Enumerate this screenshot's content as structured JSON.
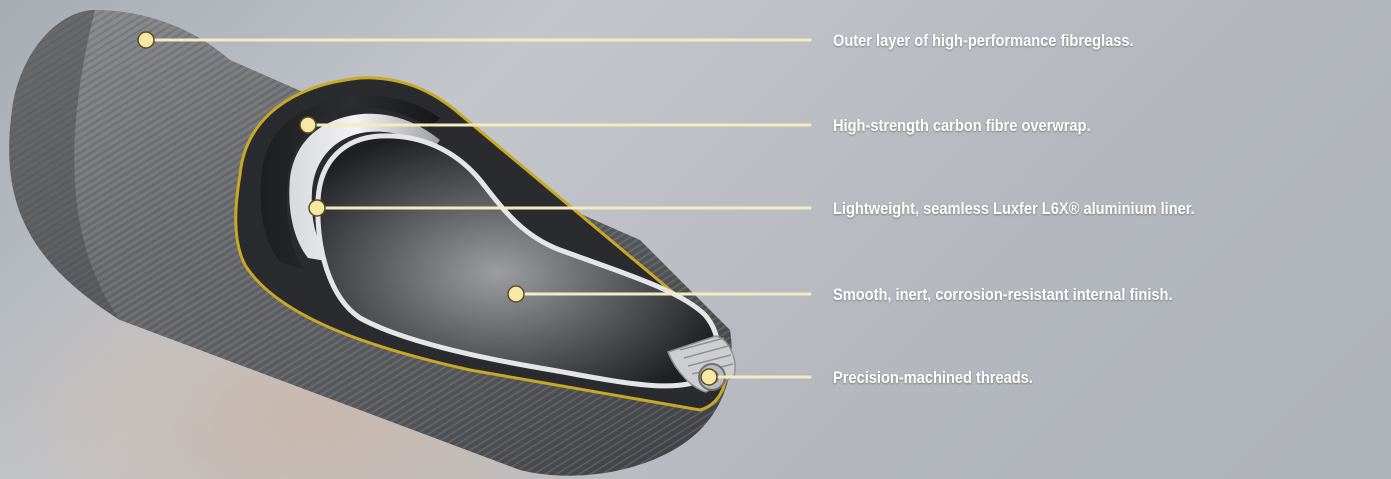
{
  "callouts": [
    {
      "id": "outer-layer",
      "text": "Outer layer of high-performance fibreglass."
    },
    {
      "id": "carbon-overwrap",
      "text": "High-strength carbon fibre overwrap."
    },
    {
      "id": "liner",
      "text": "Lightweight, seamless Luxfer L6X® aluminium liner."
    },
    {
      "id": "internal-finish",
      "text": "Smooth, inert, corrosion-resistant internal finish."
    },
    {
      "id": "threads",
      "text": "Precision-machined threads."
    }
  ],
  "colors": {
    "leader_line": "#f2ecc0",
    "marker_fill": "#f6e9a6",
    "label_text": "#ffffff",
    "fibreglass_edge": "#c9a826"
  }
}
